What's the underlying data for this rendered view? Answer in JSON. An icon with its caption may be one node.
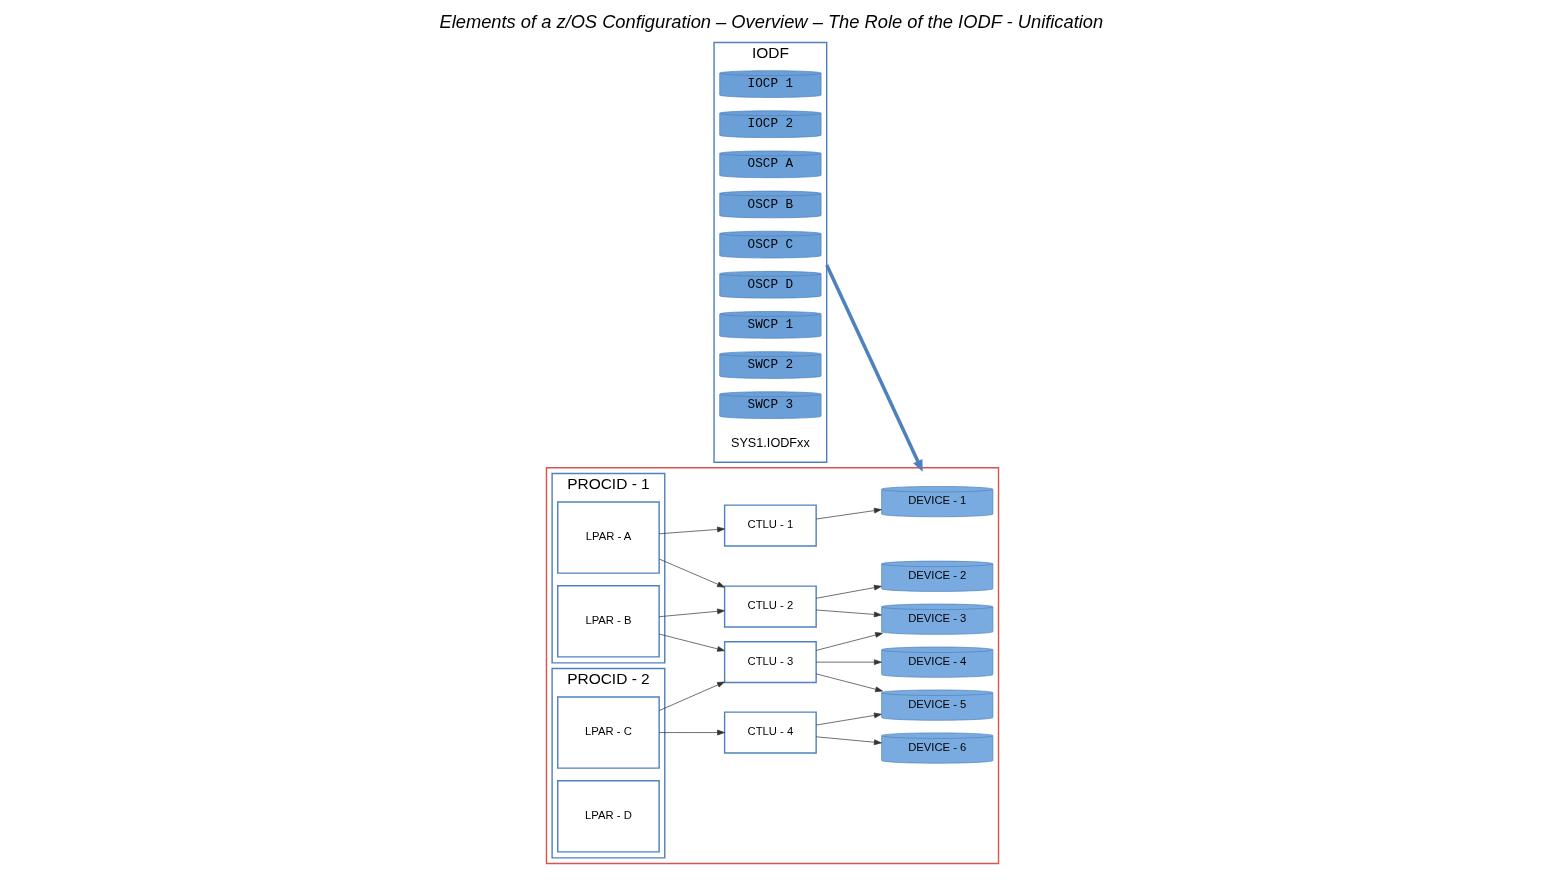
{
  "diagram": {
    "title": "Elements of a z/OS Configuration – Overview – The Role of the IODF - Unification",
    "nodes": [
      {
        "text": [
          "IODF"
        ],
        "beside": [
          "SYS1.IODFxx"
        ]
      },
      {
        "text": [
          "IOCP 1"
        ],
        "in": 0
      },
      {
        "text": [
          "IOCP 2"
        ],
        "in": 0
      },
      {
        "text": [
          "OSCP A"
        ],
        "in": 0
      },
      {
        "text": [
          "OSCP B"
        ],
        "in": 0
      },
      {
        "text": [
          "OSCP C"
        ],
        "in": 0
      },
      {
        "text": [
          "OSCP D"
        ],
        "in": 0
      },
      {
        "text": [
          "SWCP 1"
        ],
        "in": 0
      },
      {
        "text": [
          "SWCP 2"
        ],
        "in": 0
      },
      {
        "text": [
          "SWCP 3"
        ],
        "in": 0
      },
      {
        "text": [],
        "shape": "box"
      },
      {
        "text": [
          "PROCID - 1"
        ],
        "in": 10
      },
      {
        "text": [
          "LPAR - A"
        ],
        "in": 11
      },
      {
        "text": [
          "LPAR - B"
        ],
        "in": 11
      },
      {
        "text": [
          "PROCID - 2"
        ],
        "in": 10
      },
      {
        "text": [
          "LPAR - C"
        ],
        "in": 14
      },
      {
        "text": [
          "LPAR - D"
        ],
        "in": 14
      },
      {
        "text": [
          "CTLU - 1"
        ],
        "in": 10
      },
      {
        "text": [
          "CTLU - 2"
        ],
        "in": 10
      },
      {
        "text": [
          "CTLU - 3"
        ],
        "in": 10
      },
      {
        "text": [
          "CTLU - 4"
        ],
        "in": 10
      },
      {
        "text": [
          "DEVICE - 1"
        ],
        "in": 10
      },
      {
        "text": [
          "DEVICE - 2"
        ],
        "in": 10
      },
      {
        "text": [
          "DEVICE - 3"
        ],
        "in": 10
      },
      {
        "text": [
          "DEVICE - 4"
        ],
        "in": 10
      },
      {
        "text": [
          "DEVICE - 5"
        ],
        "in": 10
      },
      {
        "text": [
          "DEVICE - 6"
        ],
        "in": 10
      }
    ],
    "edges": [
      {
        "from": 0,
        "to": 10,
        "arrow": "to",
        "style": "thick",
        "color": "#4f81bd"
      },
      {
        "from": 12,
        "to": 17,
        "arrow": "to"
      },
      {
        "from": 12,
        "to": 18,
        "arrow": "to"
      },
      {
        "from": 13,
        "to": 18,
        "arrow": "to"
      },
      {
        "from": 13,
        "to": 19,
        "arrow": "to"
      },
      {
        "from": 15,
        "to": 19,
        "arrow": "to"
      },
      {
        "from": 15,
        "to": 20,
        "arrow": "to"
      },
      {
        "from": 17,
        "to": 21,
        "arrow": "to"
      },
      {
        "from": 18,
        "to": 22,
        "arrow": "to"
      },
      {
        "from": 18,
        "to": 23,
        "arrow": "to"
      },
      {
        "from": 19,
        "to": 23,
        "arrow": "to"
      },
      {
        "from": 19,
        "to": 24,
        "arrow": "to"
      },
      {
        "from": 19,
        "to": 25,
        "arrow": "to"
      },
      {
        "from": 20,
        "to": 25,
        "arrow": "to"
      },
      {
        "from": 20,
        "to": 26,
        "arrow": "to"
      }
    ]
  }
}
